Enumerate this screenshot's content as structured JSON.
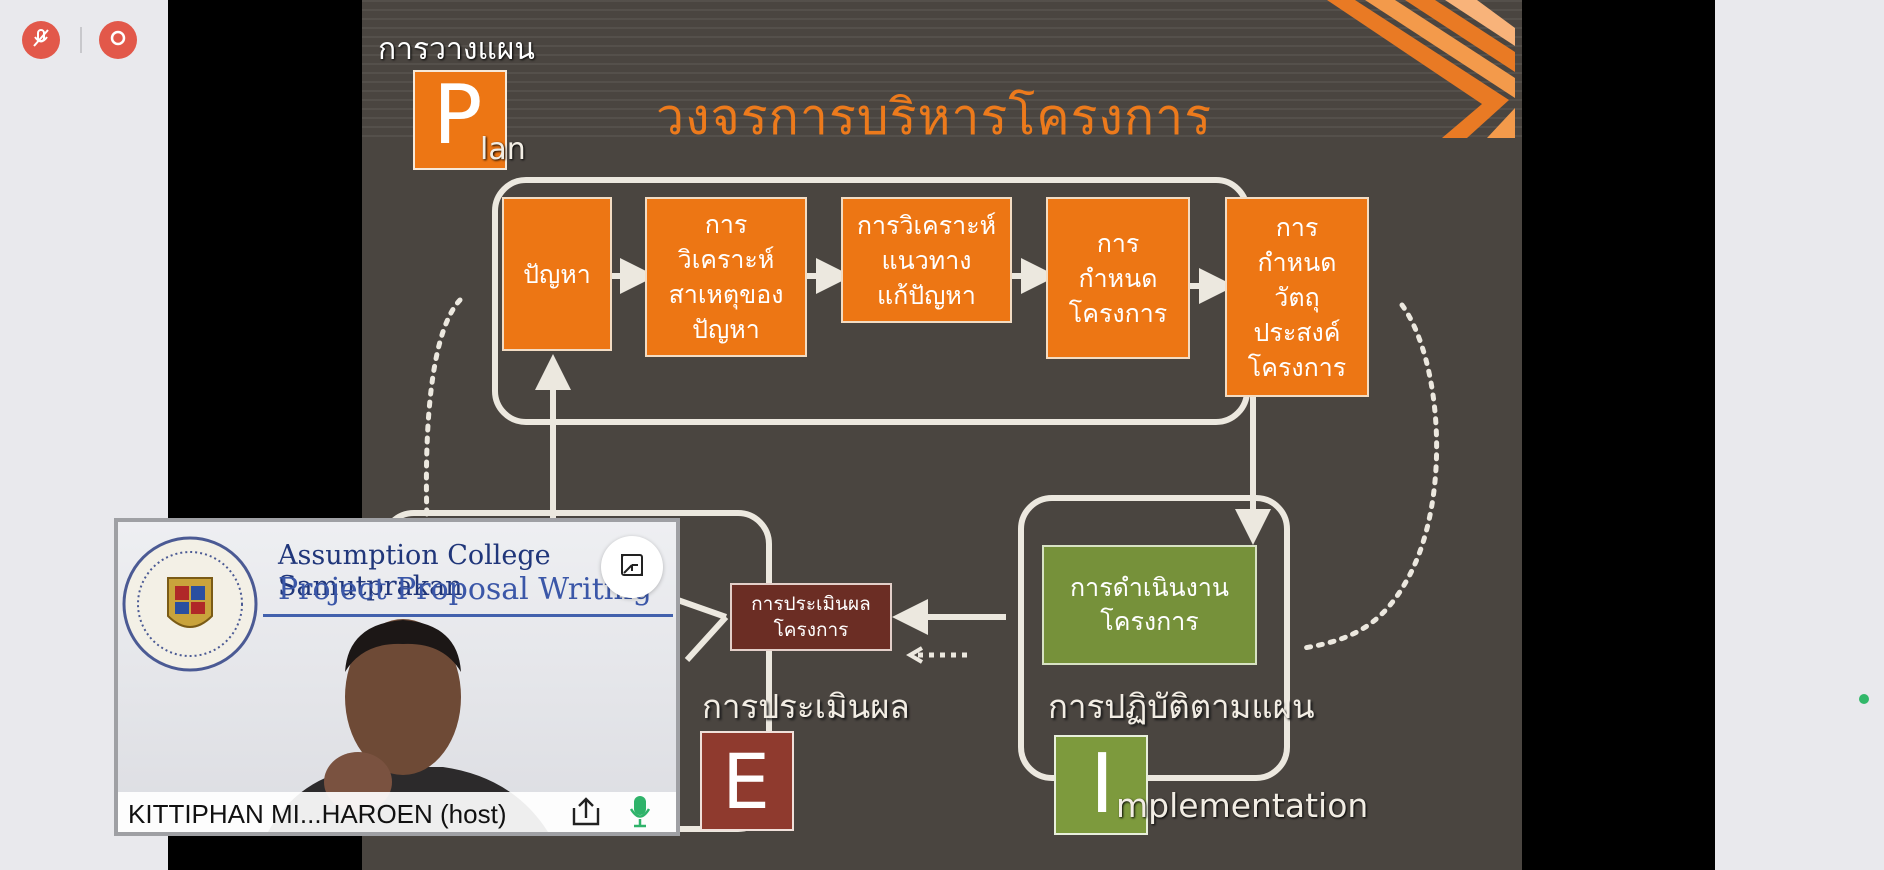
{
  "slide": {
    "header_label": "การวางแผน",
    "title": "วงจรการบริหารโครงการ",
    "plan_letter": "P",
    "plan_suffix": "lan",
    "steps": [
      {
        "label": "ปัญหา"
      },
      {
        "label": "การ\nวิเคราะห์\nสาเหตุของ\nปัญหา"
      },
      {
        "label": "การวิเคราะห์\nแนวทาง\nแก้ปัญหา"
      },
      {
        "label": "การ\nกำหนด\nโครงการ"
      },
      {
        "label": "การ\nกำหนด\nวัตถุ\nประสงค์\nโครงการ"
      }
    ],
    "implementation_box": "การดำเนินงาน\nโครงการ",
    "evaluation_box": "การประเมินผล\nโครงการ",
    "evaluation_label": "การประเมินผล",
    "implementation_label": "การปฏิบัติตามแผน",
    "eval_letter": "E",
    "impl_letter": "I",
    "impl_suffix": "mplementation"
  },
  "video": {
    "banner_line1": "Assumption College Samutprakan",
    "banner_line2": "Project Proposal Writing",
    "participant_name": "KITTIPHAN MI...HAROEN (host)"
  },
  "colors": {
    "slide_bg": "#4a4540",
    "orange": "#ed7614",
    "green": "#76913a",
    "maroon": "#6b2d24",
    "control_red": "#e2584a"
  },
  "icons": [
    "mic-off-icon",
    "record-icon",
    "collapse-icon",
    "share-icon",
    "mic-icon"
  ]
}
